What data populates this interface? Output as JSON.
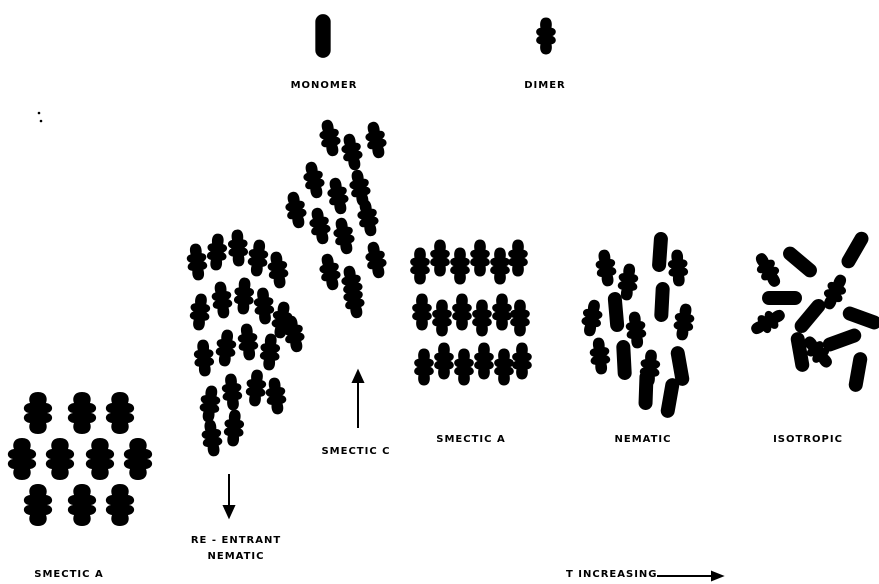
{
  "labels": {
    "monomer": "MONOMER",
    "dimer": "DIMER",
    "smectic_a_bottom": "SMECTIC A",
    "reentrant_line1": "RE - ENTRANT",
    "reentrant_line2": "NEMATIC",
    "smectic_c": "SMECTIC C",
    "smectic_a": "SMECTIC A",
    "nematic": "NEMATIC",
    "isotropic": "ISOTROPIC",
    "temperature": "T INCREASING"
  }
}
